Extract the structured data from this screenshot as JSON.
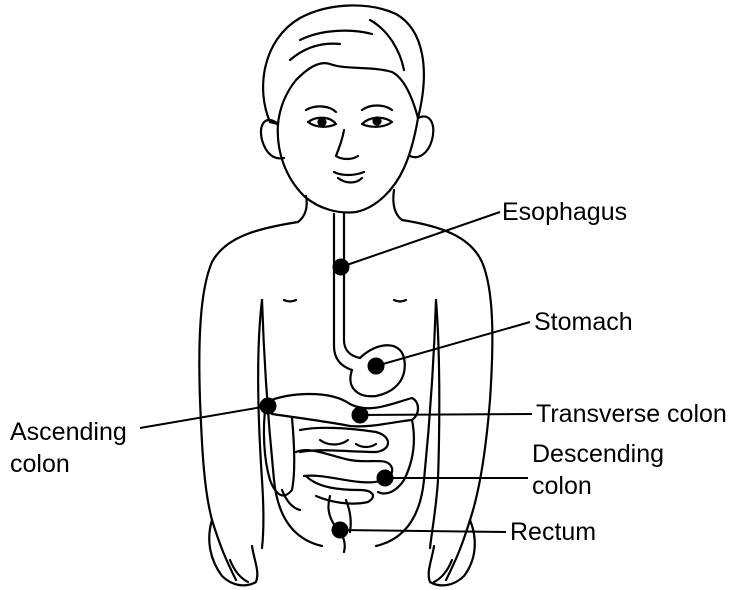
{
  "figure": {
    "subject": "child-digestive-system-illustration",
    "labels": [
      {
        "id": "esophagus",
        "lines": [
          "Esophagus"
        ]
      },
      {
        "id": "stomach",
        "lines": [
          "Stomach"
        ]
      },
      {
        "id": "transverse-colon",
        "lines": [
          "Transverse colon"
        ]
      },
      {
        "id": "descending-colon",
        "lines": [
          "Descending",
          "colon"
        ]
      },
      {
        "id": "rectum",
        "lines": [
          "Rectum"
        ]
      },
      {
        "id": "ascending-colon",
        "lines": [
          "Ascending",
          "colon"
        ]
      }
    ]
  }
}
